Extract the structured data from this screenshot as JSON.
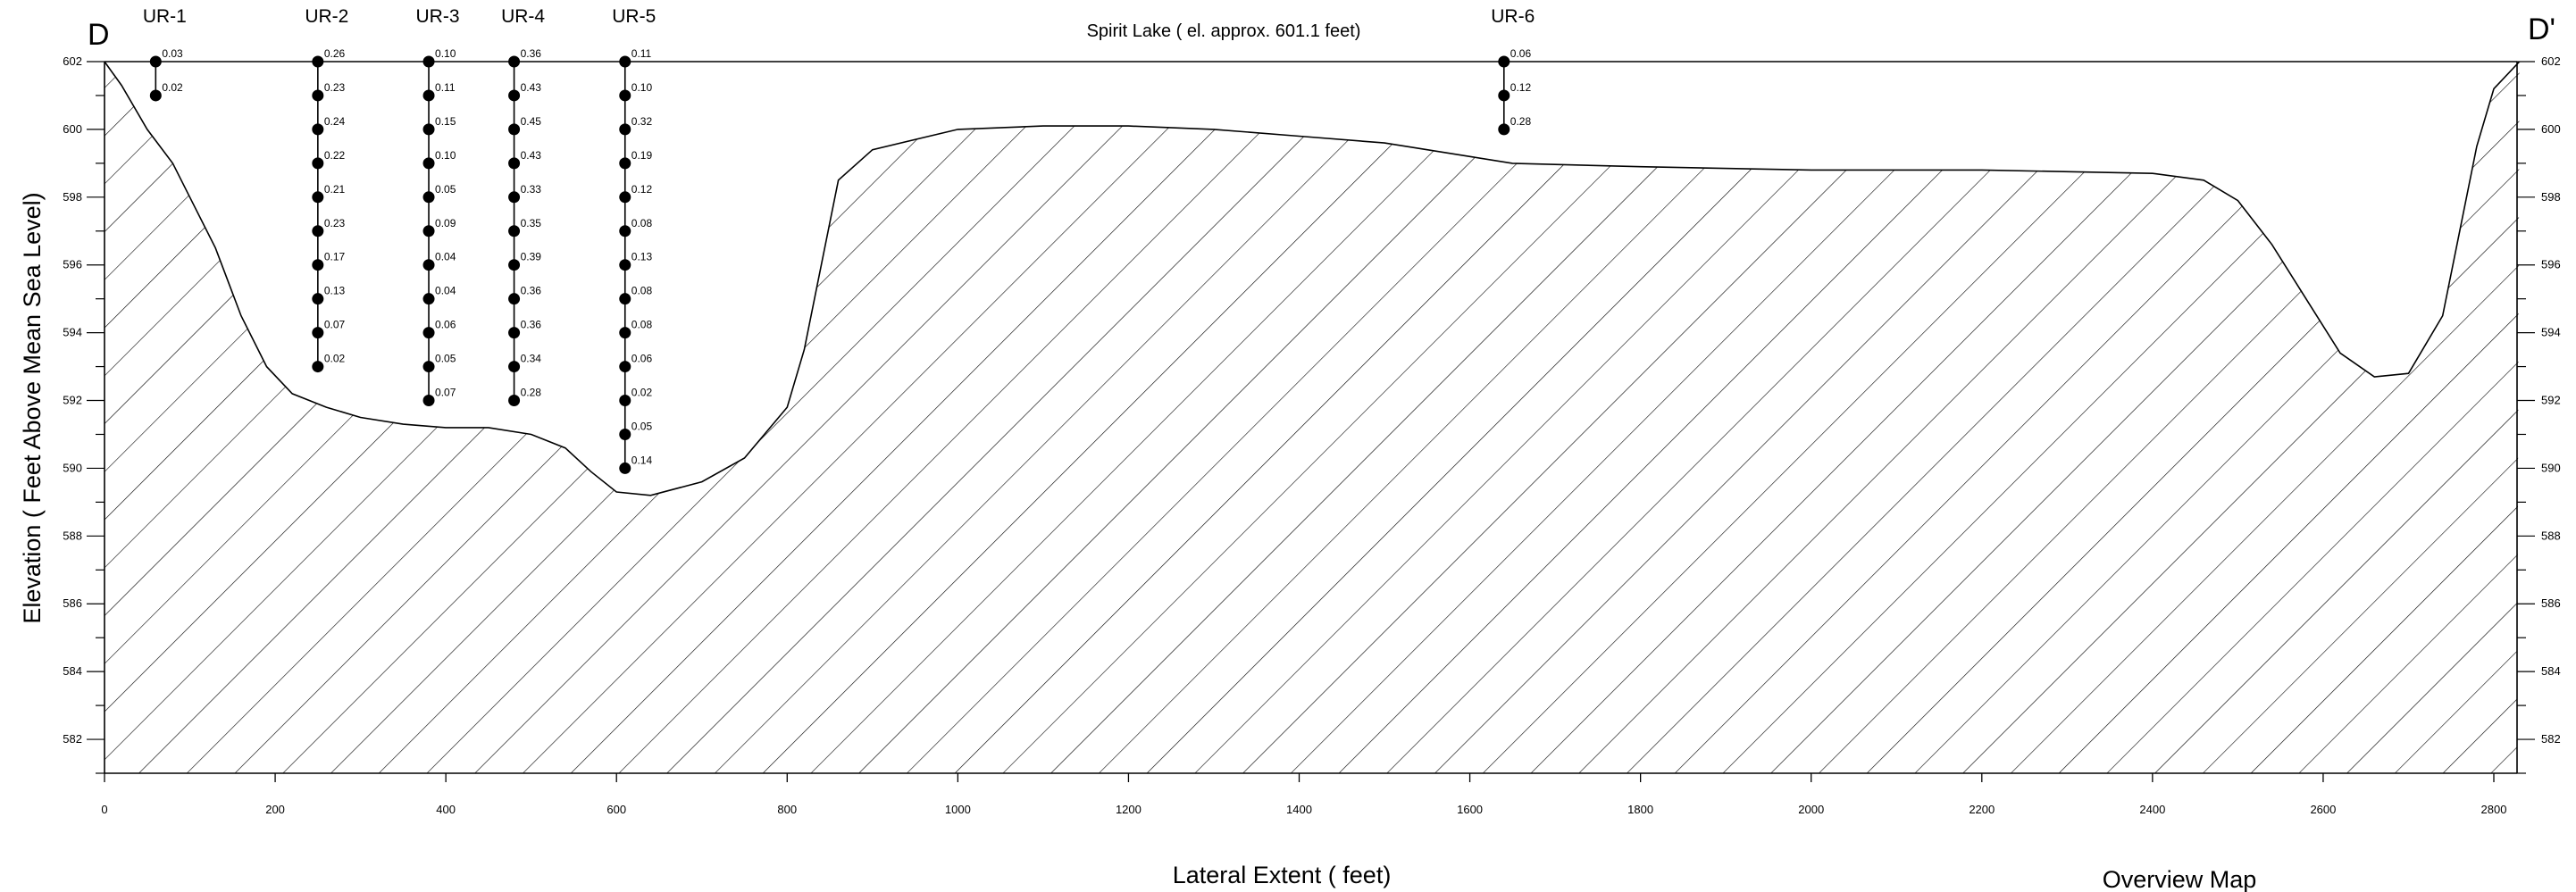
{
  "corner_left": "D",
  "corner_right": "D'",
  "lake_label": "Spirit Lake  ( el. approx. 601.1 feet)",
  "overview_label": "Overview Map",
  "chart_data": {
    "type": "area",
    "title": "",
    "xlabel": "Lateral Extent  ( feet)",
    "ylabel": "Elevation   ( Feet Above Mean Sea Level)",
    "xlim": [
      0,
      2830
    ],
    "ylim": [
      581,
      602
    ],
    "xticks": [
      0,
      200,
      400,
      600,
      800,
      1000,
      1200,
      1400,
      1600,
      1800,
      2000,
      2200,
      2400,
      2600,
      2800
    ],
    "yticks": [
      582,
      584,
      586,
      588,
      590,
      592,
      594,
      596,
      598,
      600,
      602
    ],
    "water_surface_elevation": 602,
    "grid": false,
    "fill_pattern": "diagonal-hatch",
    "profile": [
      [
        0,
        602
      ],
      [
        20,
        601.3
      ],
      [
        50,
        600
      ],
      [
        80,
        599
      ],
      [
        100,
        598
      ],
      [
        130,
        596.5
      ],
      [
        160,
        594.5
      ],
      [
        190,
        593
      ],
      [
        220,
        592.2
      ],
      [
        260,
        591.8
      ],
      [
        300,
        591.5
      ],
      [
        350,
        591.3
      ],
      [
        400,
        591.2
      ],
      [
        450,
        591.2
      ],
      [
        500,
        591
      ],
      [
        540,
        590.6
      ],
      [
        570,
        589.9
      ],
      [
        600,
        589.3
      ],
      [
        640,
        589.2
      ],
      [
        700,
        589.6
      ],
      [
        750,
        590.3
      ],
      [
        800,
        591.8
      ],
      [
        820,
        593.5
      ],
      [
        840,
        596
      ],
      [
        860,
        598.5
      ],
      [
        900,
        599.4
      ],
      [
        1000,
        600
      ],
      [
        1100,
        600.1
      ],
      [
        1200,
        600.1
      ],
      [
        1300,
        600
      ],
      [
        1400,
        599.8
      ],
      [
        1500,
        599.6
      ],
      [
        1600,
        599.2
      ],
      [
        1650,
        599
      ],
      [
        1800,
        598.9
      ],
      [
        2000,
        598.8
      ],
      [
        2200,
        598.8
      ],
      [
        2400,
        598.7
      ],
      [
        2460,
        598.5
      ],
      [
        2500,
        597.9
      ],
      [
        2540,
        596.6
      ],
      [
        2580,
        595
      ],
      [
        2620,
        593.4
      ],
      [
        2660,
        592.7
      ],
      [
        2700,
        592.8
      ],
      [
        2740,
        594.5
      ],
      [
        2760,
        597
      ],
      [
        2780,
        599.5
      ],
      [
        2800,
        601.2
      ],
      [
        2830,
        602
      ]
    ],
    "borings": [
      {
        "name": "UR-1",
        "x": 60,
        "values": [
          "0.03",
          "0.02"
        ]
      },
      {
        "name": "UR-2",
        "x": 250,
        "values": [
          "0.26",
          "0.23",
          "0.24",
          "0.22",
          "0.21",
          "0.23",
          "0.17",
          "0.13",
          "0.07",
          "0.02"
        ]
      },
      {
        "name": "UR-3",
        "x": 380,
        "values": [
          "0.10",
          "0.11",
          "0.15",
          "0.10",
          "0.05",
          "0.09",
          "0.04",
          "0.04",
          "0.06",
          "0.05",
          "0.07"
        ]
      },
      {
        "name": "UR-4",
        "x": 480,
        "values": [
          "0.36",
          "0.43",
          "0.45",
          "0.43",
          "0.33",
          "0.35",
          "0.39",
          "0.36",
          "0.36",
          "0.34",
          "0.28"
        ]
      },
      {
        "name": "UR-5",
        "x": 610,
        "values": [
          "0.11",
          "0.10",
          "0.32",
          "0.19",
          "0.12",
          "0.08",
          "0.13",
          "0.08",
          "0.08",
          "0.06",
          "0.02",
          "0.05",
          "0.14"
        ]
      },
      {
        "name": "UR-6",
        "x": 1640,
        "values": [
          "0.06",
          "0.12",
          "0.28"
        ]
      }
    ],
    "boring_sample_top": 602,
    "boring_sample_spacing": 1
  }
}
